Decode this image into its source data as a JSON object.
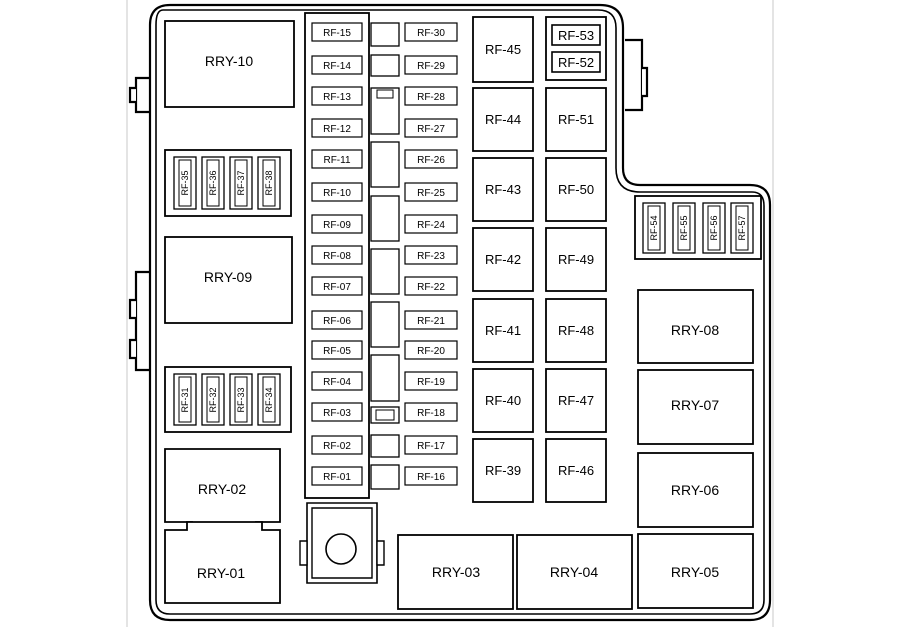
{
  "relays": {
    "rry10": "RRY-10",
    "rry09": "RRY-09",
    "rry08": "RRY-08",
    "rry07": "RRY-07",
    "rry06": "RRY-06",
    "rry05": "RRY-05",
    "rry04": "RRY-04",
    "rry03": "RRY-03",
    "rry02": "RRY-02",
    "rry01": "RRY-01"
  },
  "fuses_left_column": [
    "RF-15",
    "RF-14",
    "RF-13",
    "RF-12",
    "RF-11",
    "RF-10",
    "RF-09",
    "RF-08",
    "RF-07",
    "RF-06",
    "RF-05",
    "RF-04",
    "RF-03",
    "RF-02",
    "RF-01"
  ],
  "fuses_right_column": [
    "RF-30",
    "RF-29",
    "RF-28",
    "RF-27",
    "RF-26",
    "RF-25",
    "RF-24",
    "RF-23",
    "RF-22",
    "RF-21",
    "RF-20",
    "RF-19",
    "RF-18",
    "RF-17",
    "RF-16"
  ],
  "fuse_group_upper_left": [
    "RF-35",
    "RF-36",
    "RF-37",
    "RF-38"
  ],
  "fuse_group_lower_left": [
    "RF-31",
    "RF-32",
    "RF-33",
    "RF-34"
  ],
  "fuse_group_right": [
    "RF-54",
    "RF-55",
    "RF-56",
    "RF-57"
  ],
  "large_fuses_column_a": [
    "RF-45",
    "RF-44",
    "RF-43",
    "RF-42",
    "RF-41",
    "RF-40",
    "RF-39"
  ],
  "large_fuses_column_b": [
    "RF-51",
    "RF-50",
    "RF-49",
    "RF-48",
    "RF-47",
    "RF-46"
  ],
  "small_top_fuses": [
    "RF-53",
    "RF-52"
  ]
}
